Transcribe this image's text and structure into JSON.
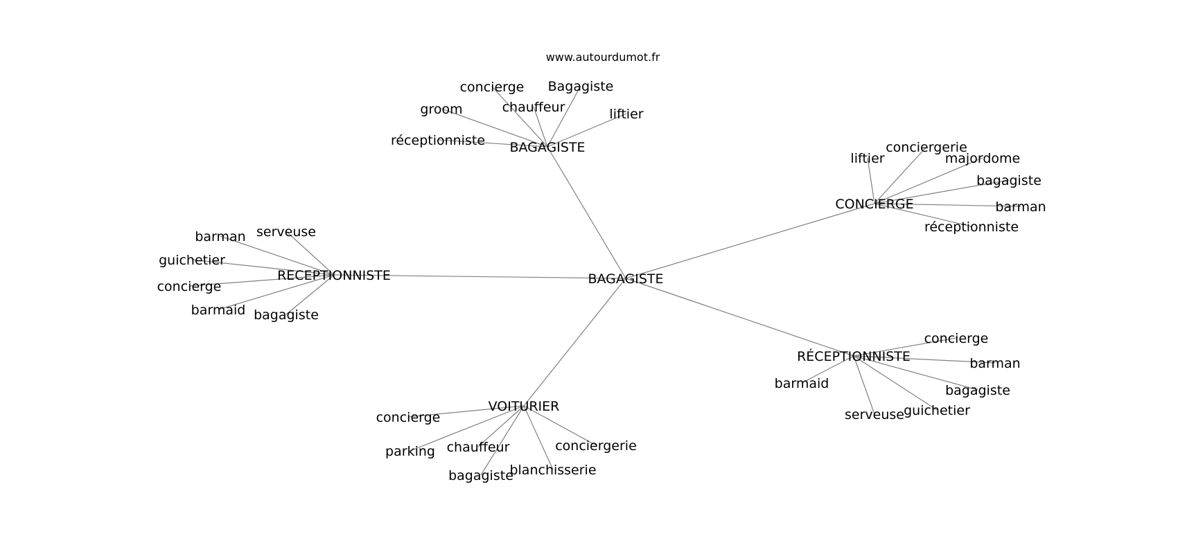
{
  "source": "www.autourdumot.fr",
  "colors": {
    "edge": "#808080",
    "text": "#000000",
    "background": "#ffffff"
  },
  "graph": {
    "center": {
      "id": "c",
      "label": "BAGAGISTE"
    },
    "clusters": [
      {
        "id": "bagagiste",
        "label": "BAGAGISTE",
        "leaves": [
          "concierge",
          "Bagagiste",
          "groom",
          "chauffeur",
          "liftier",
          "réceptionniste"
        ]
      },
      {
        "id": "concierge",
        "label": "CONCIERGE",
        "leaves": [
          "liftier",
          "conciergerie",
          "majordome",
          "bagagiste",
          "barman",
          "réceptionniste"
        ]
      },
      {
        "id": "receptionniste-plain",
        "label": "RECEPTIONNISTE",
        "leaves": [
          "barman",
          "serveuse",
          "guichetier",
          "concierge",
          "barmaid",
          "bagagiste"
        ]
      },
      {
        "id": "receptionniste-accent",
        "label": "RÉCEPTIONNISTE",
        "leaves": [
          "concierge",
          "barman",
          "barmaid",
          "bagagiste",
          "guichetier",
          "serveuse"
        ]
      },
      {
        "id": "voiturier",
        "label": "VOITURIER",
        "leaves": [
          "concierge",
          "parking",
          "chauffeur",
          "conciergerie",
          "bagagiste",
          "blanchisserie"
        ]
      }
    ]
  }
}
